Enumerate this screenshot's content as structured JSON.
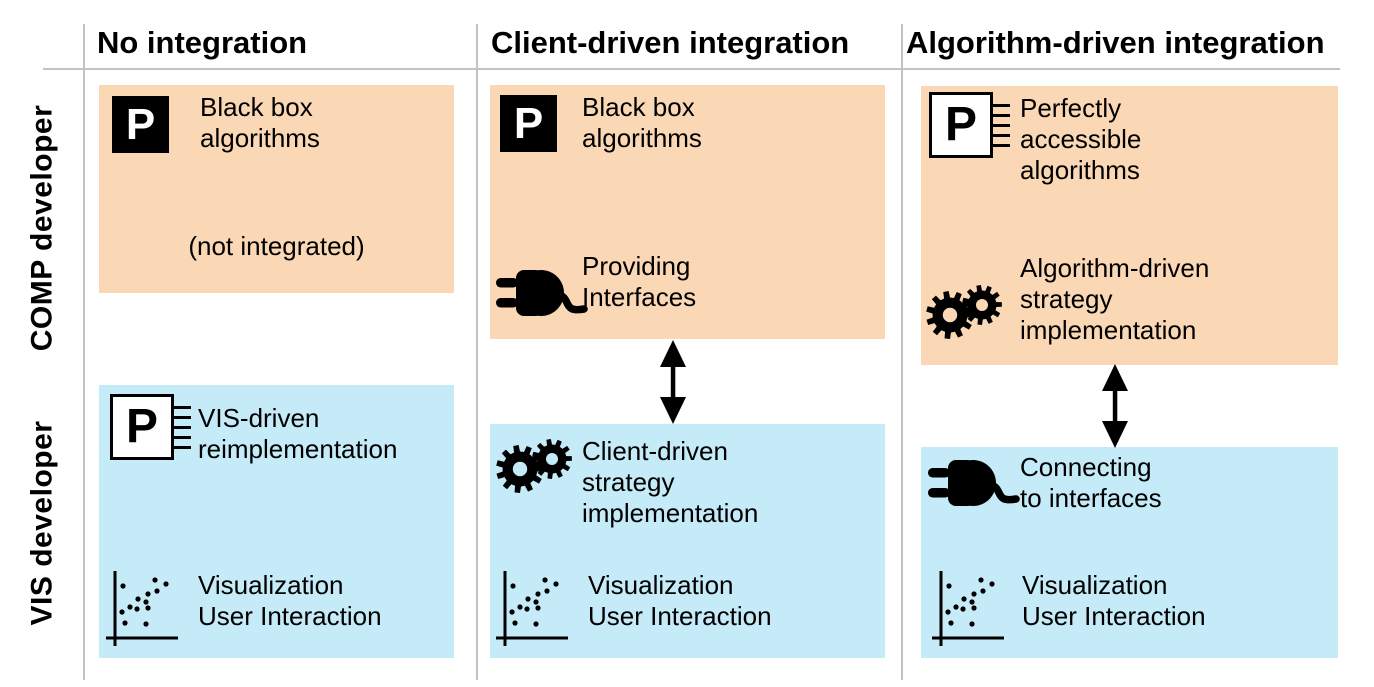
{
  "figure": {
    "row_labels": {
      "comp": "COMP developer",
      "vis": "VIS developer"
    },
    "columns": {
      "no_integration": {
        "header": "No integration",
        "comp": {
          "black_box": "Black box\nalgorithms",
          "note": "(not integrated)"
        },
        "vis": {
          "reimplementation": "VIS-driven\nreimplementation",
          "visualization": "Visualization\nUser Interaction"
        }
      },
      "client_driven": {
        "header": "Client-driven integration",
        "comp": {
          "black_box": "Black box\nalgorithms",
          "interfaces": "Providing\nInterfaces"
        },
        "vis": {
          "strategy": "Client-driven\nstrategy\nimplementation",
          "visualization": "Visualization\nUser Interaction"
        }
      },
      "algorithm_driven": {
        "header": "Algorithm-driven integration",
        "comp": {
          "algorithms": "Perfectly\naccessible\nalgorithms",
          "strategy": "Algorithm-driven\nstrategy\nimplementation"
        },
        "vis": {
          "interfaces": "Connecting\nto interfaces",
          "visualization": "Visualization\nUser Interaction"
        }
      }
    },
    "icons": {
      "p_letter": "P"
    },
    "colors": {
      "comp_box": "#FBD8B5",
      "vis_box": "#C5EAF8",
      "separator_line": "#C3C3C3",
      "icon": "#000000",
      "text": "#000000"
    }
  }
}
